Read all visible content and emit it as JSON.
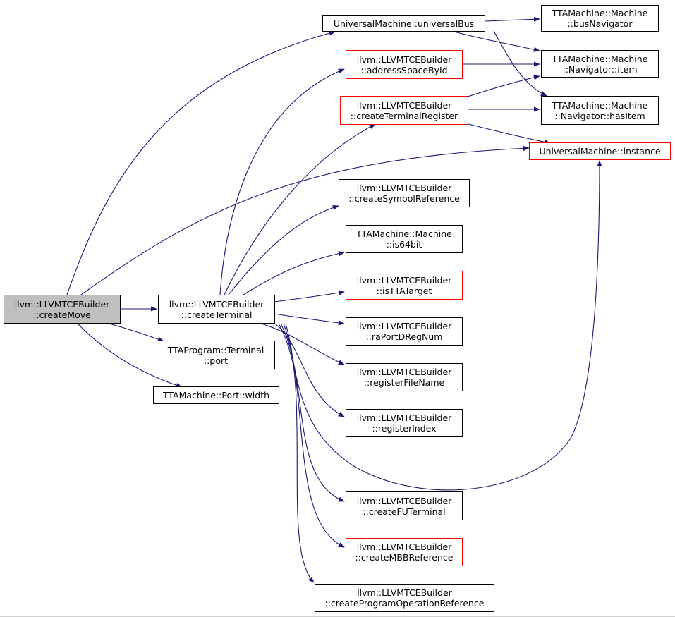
{
  "colors": {
    "edge": "#191970",
    "red_border": "#ff0000",
    "root_fill": "#bfbfbf",
    "border": "#000000"
  },
  "nodes": [
    {
      "id": "createMove",
      "lines": [
        "llvm::LLVMTCEBuilder",
        "::createMove"
      ],
      "style": "root"
    },
    {
      "id": "universalBus",
      "lines": [
        "UniversalMachine::universalBus"
      ],
      "style": "black"
    },
    {
      "id": "addressSpaceById",
      "lines": [
        "llvm::LLVMTCEBuilder",
        "::addressSpaceById"
      ],
      "style": "red"
    },
    {
      "id": "createTerminalRegister",
      "lines": [
        "llvm::LLVMTCEBuilder",
        "::createTerminalRegister"
      ],
      "style": "red"
    },
    {
      "id": "busNavigator",
      "lines": [
        "TTAMachine::Machine",
        "::busNavigator"
      ],
      "style": "black"
    },
    {
      "id": "navItem",
      "lines": [
        "TTAMachine::Machine",
        "::Navigator::item"
      ],
      "style": "black"
    },
    {
      "id": "navHasItem",
      "lines": [
        "TTAMachine::Machine",
        "::Navigator::hasItem"
      ],
      "style": "black"
    },
    {
      "id": "instance",
      "lines": [
        "UniversalMachine::instance"
      ],
      "style": "red"
    },
    {
      "id": "createSymbolReference",
      "lines": [
        "llvm::LLVMTCEBuilder",
        "::createSymbolReference"
      ],
      "style": "black"
    },
    {
      "id": "is64bit",
      "lines": [
        "TTAMachine::Machine",
        "::is64bit"
      ],
      "style": "black"
    },
    {
      "id": "isTTATarget",
      "lines": [
        "llvm::LLVMTCEBuilder",
        "::isTTATarget"
      ],
      "style": "red"
    },
    {
      "id": "createTerminal",
      "lines": [
        "llvm::LLVMTCEBuilder",
        "::createTerminal"
      ],
      "style": "black"
    },
    {
      "id": "raPortDRegNum",
      "lines": [
        "llvm::LLVMTCEBuilder",
        "::raPortDRegNum"
      ],
      "style": "black"
    },
    {
      "id": "terminalPort",
      "lines": [
        "TTAProgram::Terminal",
        "::port"
      ],
      "style": "black"
    },
    {
      "id": "registerFileName",
      "lines": [
        "llvm::LLVMTCEBuilder",
        "::registerFileName"
      ],
      "style": "black"
    },
    {
      "id": "portWidth",
      "lines": [
        "TTAMachine::Port::width"
      ],
      "style": "black"
    },
    {
      "id": "registerIndex",
      "lines": [
        "llvm::LLVMTCEBuilder",
        "::registerIndex"
      ],
      "style": "black"
    },
    {
      "id": "createFUTerminal",
      "lines": [
        "llvm::LLVMTCEBuilder",
        "::createFUTerminal"
      ],
      "style": "black"
    },
    {
      "id": "createMBBReference",
      "lines": [
        "llvm::LLVMTCEBuilder",
        "::createMBBReference"
      ],
      "style": "red"
    },
    {
      "id": "createProgramOperationReference",
      "lines": [
        "llvm::LLVMTCEBuilder",
        "::createProgramOperationReference"
      ],
      "style": "black"
    }
  ]
}
